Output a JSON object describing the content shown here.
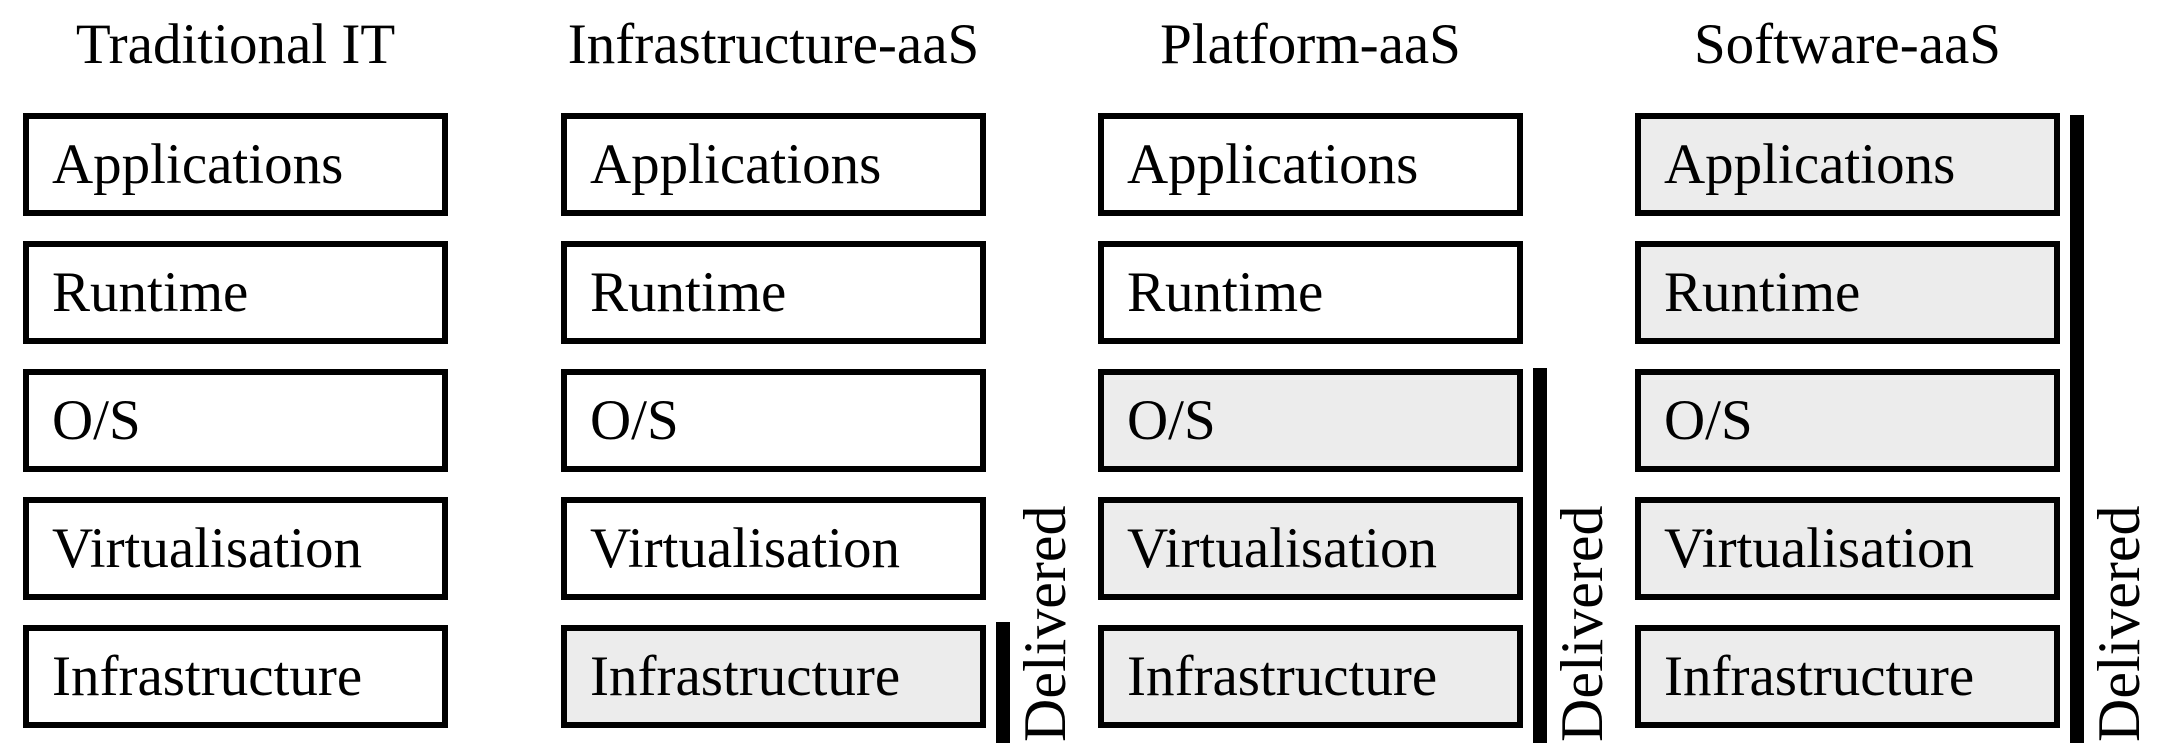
{
  "columns": [
    {
      "title": "Traditional IT",
      "layers": [
        {
          "label": "Applications",
          "delivered": false
        },
        {
          "label": "Runtime",
          "delivered": false
        },
        {
          "label": "O/S",
          "delivered": false
        },
        {
          "label": "Virtualisation",
          "delivered": false
        },
        {
          "label": "Infrastructure",
          "delivered": false
        }
      ]
    },
    {
      "title": "Infrastructure-aaS",
      "layers": [
        {
          "label": "Applications",
          "delivered": false
        },
        {
          "label": "Runtime",
          "delivered": false
        },
        {
          "label": "O/S",
          "delivered": false
        },
        {
          "label": "Virtualisation",
          "delivered": false
        },
        {
          "label": "Infrastructure",
          "delivered": true
        }
      ],
      "delivered_label": "Delivered"
    },
    {
      "title": "Platform-aaS",
      "layers": [
        {
          "label": "Applications",
          "delivered": false
        },
        {
          "label": "Runtime",
          "delivered": false
        },
        {
          "label": "O/S",
          "delivered": true
        },
        {
          "label": "Virtualisation",
          "delivered": true
        },
        {
          "label": "Infrastructure",
          "delivered": true
        }
      ],
      "delivered_label": "Delivered"
    },
    {
      "title": "Software-aaS",
      "layers": [
        {
          "label": "Applications",
          "delivered": true
        },
        {
          "label": "Runtime",
          "delivered": true
        },
        {
          "label": "O/S",
          "delivered": true
        },
        {
          "label": "Virtualisation",
          "delivered": true
        },
        {
          "label": "Infrastructure",
          "delivered": true
        }
      ],
      "delivered_label": "Delivered"
    }
  ],
  "colors": {
    "background": "#ffffff",
    "box_fill": "#ffffff",
    "delivered_fill": "#ececec",
    "border": "#000000",
    "bar": "#000000",
    "text": "#000000"
  }
}
